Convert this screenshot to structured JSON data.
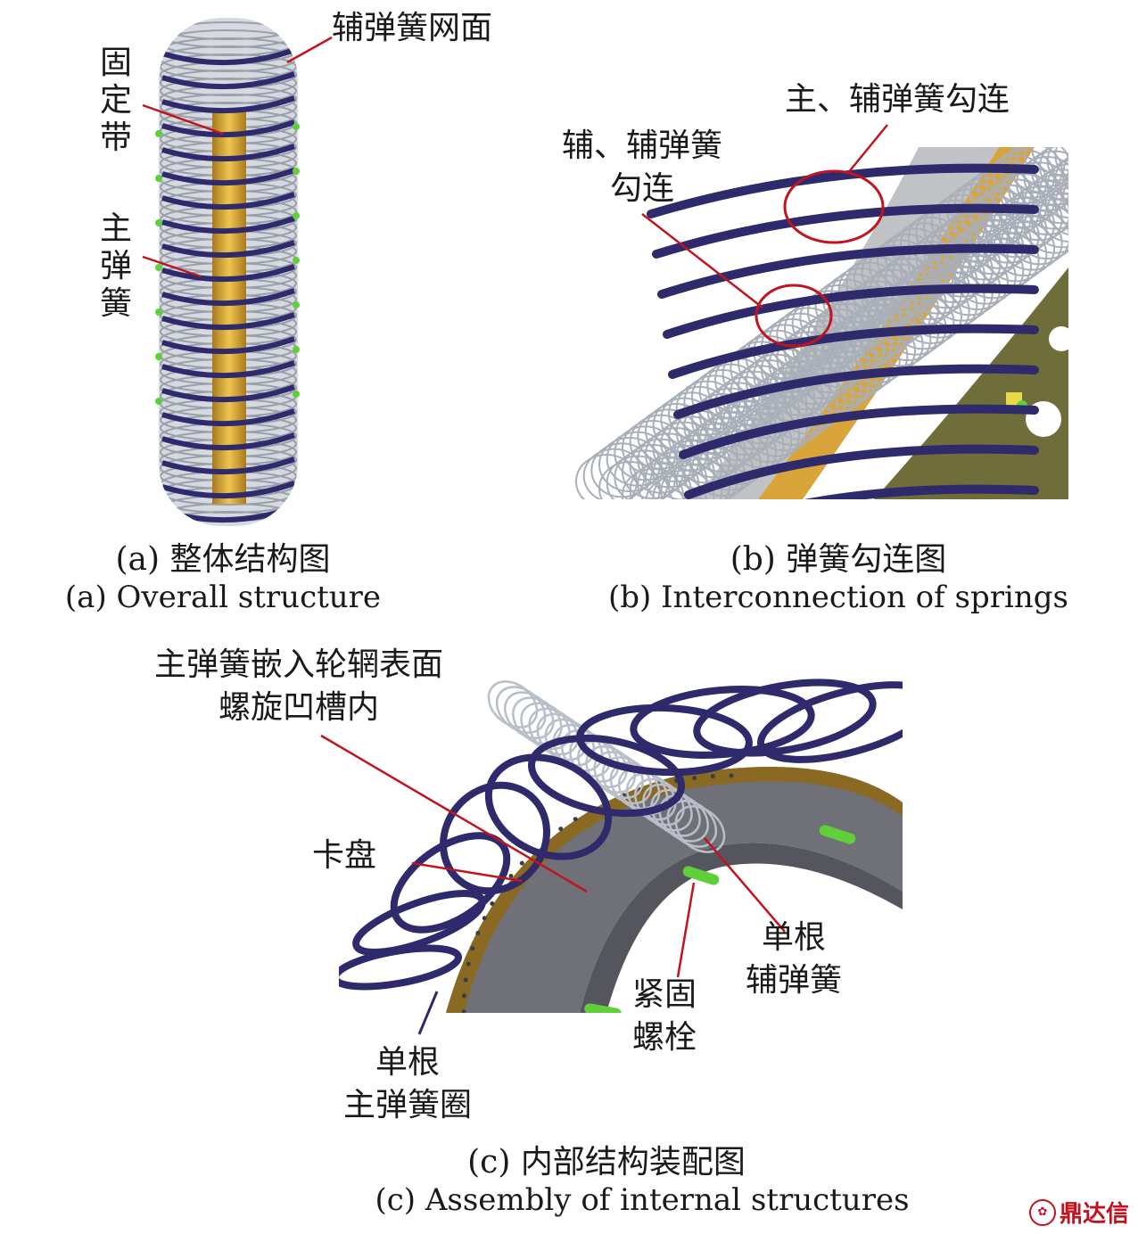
{
  "panel_a": {
    "labels": {
      "mesh": "辅弹簧网面",
      "band": "固定带",
      "main_spring": "主弹簧"
    },
    "caption_cn": "(a) 整体结构图",
    "caption_en": "(a) Overall structure"
  },
  "panel_b": {
    "labels": {
      "main_aux": "主、辅弹簧勾连",
      "aux_aux": "辅、辅弹簧\n勾连"
    },
    "caption_cn": "(b) 弹簧勾连图",
    "caption_en": "(b) Interconnection of springs"
  },
  "panel_c": {
    "labels": {
      "embedded": "主弹簧嵌入轮辋表面\n螺旋凹槽内",
      "chuck": "卡盘",
      "single_aux": "单根\n辅弹簧",
      "bolt": "紧固\n螺栓",
      "single_main": "单根\n主弹簧圈"
    },
    "caption_cn": "(c) 内部结构装配图",
    "caption_en": "(c) Assembly of internal structures"
  },
  "watermark": "鼎达信",
  "colors": {
    "main_spring": "#2e2a6b",
    "aux_spring": "#b9bfc8",
    "band": "#d9a43a",
    "rim": "#6f7078",
    "rim_edge": "#8a6a22",
    "bolt": "#5fcf3a",
    "leader": "#c0141e"
  }
}
